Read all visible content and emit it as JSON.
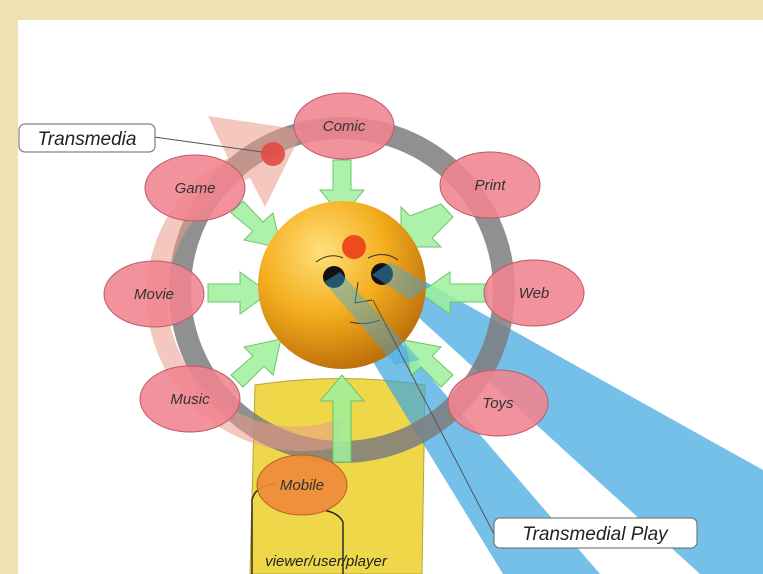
{
  "diagram": {
    "callouts": {
      "transmedia": "Transmedia",
      "transmedial_play": "Transmedial Play"
    },
    "nodes": [
      {
        "id": "comic",
        "label": "Comic"
      },
      {
        "id": "print",
        "label": "Print"
      },
      {
        "id": "web",
        "label": "Web"
      },
      {
        "id": "toys",
        "label": "Toys"
      },
      {
        "id": "music",
        "label": "Music"
      },
      {
        "id": "movie",
        "label": "Movie"
      },
      {
        "id": "game",
        "label": "Game"
      },
      {
        "id": "mobile",
        "label": "Mobile"
      }
    ],
    "figure_caption": "viewer/user/player",
    "colors": {
      "node_fill": "#f0838f",
      "mobile_fill": "#ef8a3a",
      "arrow_fill": "#9ef09c",
      "ring": "#808080",
      "transmedia_arrow": "#f2b2a4",
      "head": "#f3ac1c",
      "body": "#eed84a",
      "beam": "#5db8e6",
      "background": "#efe1b4"
    }
  }
}
